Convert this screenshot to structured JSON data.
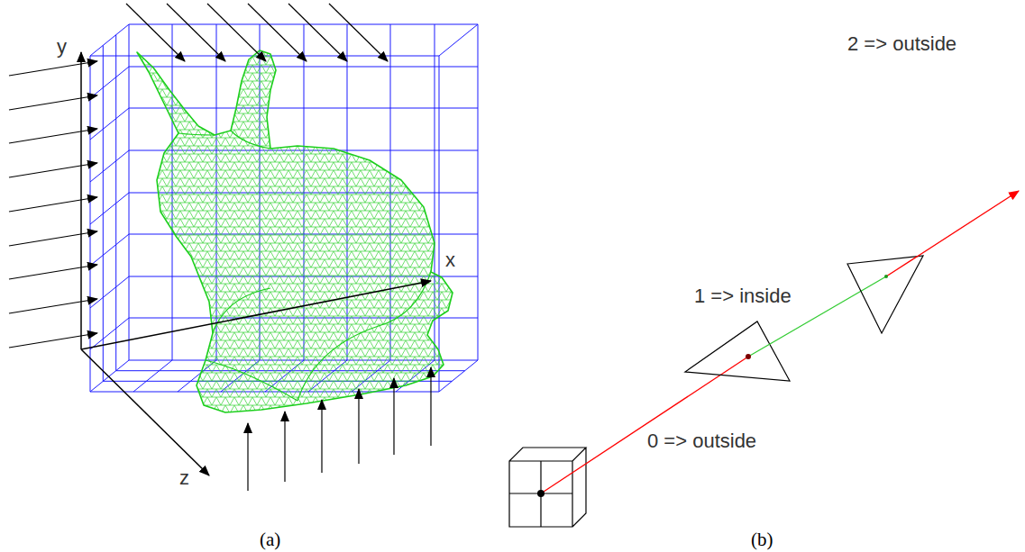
{
  "diagram": {
    "labels": [
      "y",
      "x",
      "z",
      "2 => outside",
      "1 => inside",
      "0 => outside",
      "(a)",
      "(b)"
    ]
  }
}
